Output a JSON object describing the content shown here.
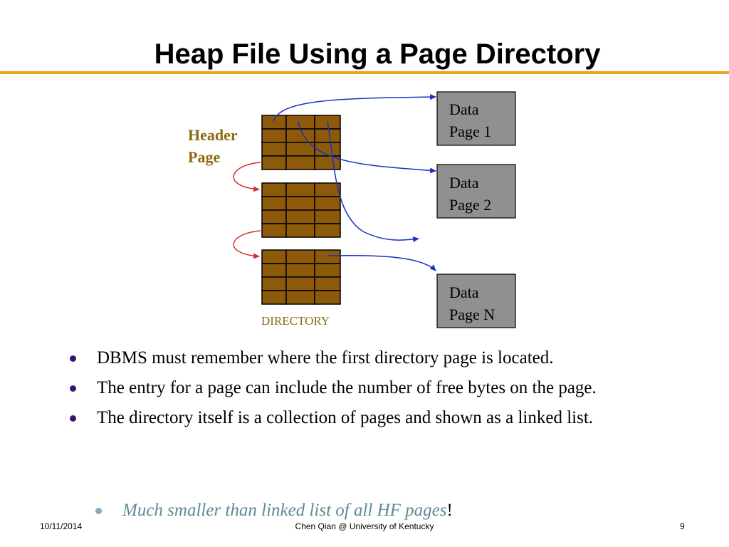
{
  "slide": {
    "title": "Heap File Using a Page Directory"
  },
  "diagram": {
    "header_label_line1": "Header",
    "header_label_line2": "Page",
    "directory_label": "DIRECTORY",
    "data_pages": [
      {
        "line1": "Data",
        "line2": "Page 1"
      },
      {
        "line1": "Data",
        "line2": "Page 2"
      },
      {
        "line1": "Data",
        "line2": "Page N"
      }
    ],
    "colors": {
      "cell_fill": "#8c5a0a",
      "label_gold": "#8c6a12",
      "data_page_fill": "#909090",
      "blue_arrow": "#1a2fc8",
      "red_arrow": "#d43030"
    }
  },
  "bullets": [
    "DBMS must remember where the first directory page is located.",
    "The entry for a page can include the number of free bytes on the page.",
    "The directory itself is a collection of pages and shown as a linked list."
  ],
  "sub_bullet": {
    "text": "Much smaller than linked list of all HF pages",
    "suffix": "!"
  },
  "footer": {
    "date": "10/11/2014",
    "center": "Chen Qian @ University of Kentucky",
    "page": "9"
  }
}
